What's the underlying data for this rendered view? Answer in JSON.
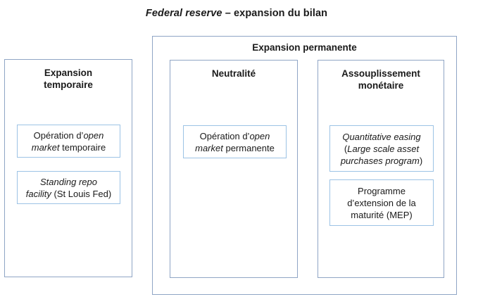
{
  "title": {
    "emphasis": "Federal reserve",
    "rest": " – expansion du bilan"
  },
  "temporary": {
    "header": "Expansion\ntemporaire",
    "items": [
      {
        "segments": [
          {
            "t": "Opération d’"
          },
          {
            "t": "open\nmarket",
            "i": true
          },
          {
            "t": " temporaire"
          }
        ]
      },
      {
        "segments": [
          {
            "t": "Standing repo\nfacility",
            "i": true
          },
          {
            "t": " (St Louis Fed)"
          }
        ]
      }
    ]
  },
  "permanent": {
    "header": "Expansion permanente",
    "neutrality": {
      "header": "Neutralité",
      "items": [
        {
          "segments": [
            {
              "t": "Opération d’"
            },
            {
              "t": "open\nmarket",
              "i": true
            },
            {
              "t": " permanente"
            }
          ]
        }
      ]
    },
    "easing": {
      "header": "Assouplissement\nmonétaire",
      "items": [
        {
          "segments": [
            {
              "t": "Quantitative easing",
              "i": true
            },
            {
              "t": "\n("
            },
            {
              "t": "Large scale asset\npurchases program",
              "i": true
            },
            {
              "t": ")"
            }
          ]
        },
        {
          "segments": [
            {
              "t": "Programme\nd’extension de la\nmaturité (MEP)"
            }
          ]
        }
      ]
    }
  },
  "colors": {
    "outer_border": "#8FA5C5",
    "inner_border": "#9CC3E5",
    "text": "#1A1A1A"
  }
}
